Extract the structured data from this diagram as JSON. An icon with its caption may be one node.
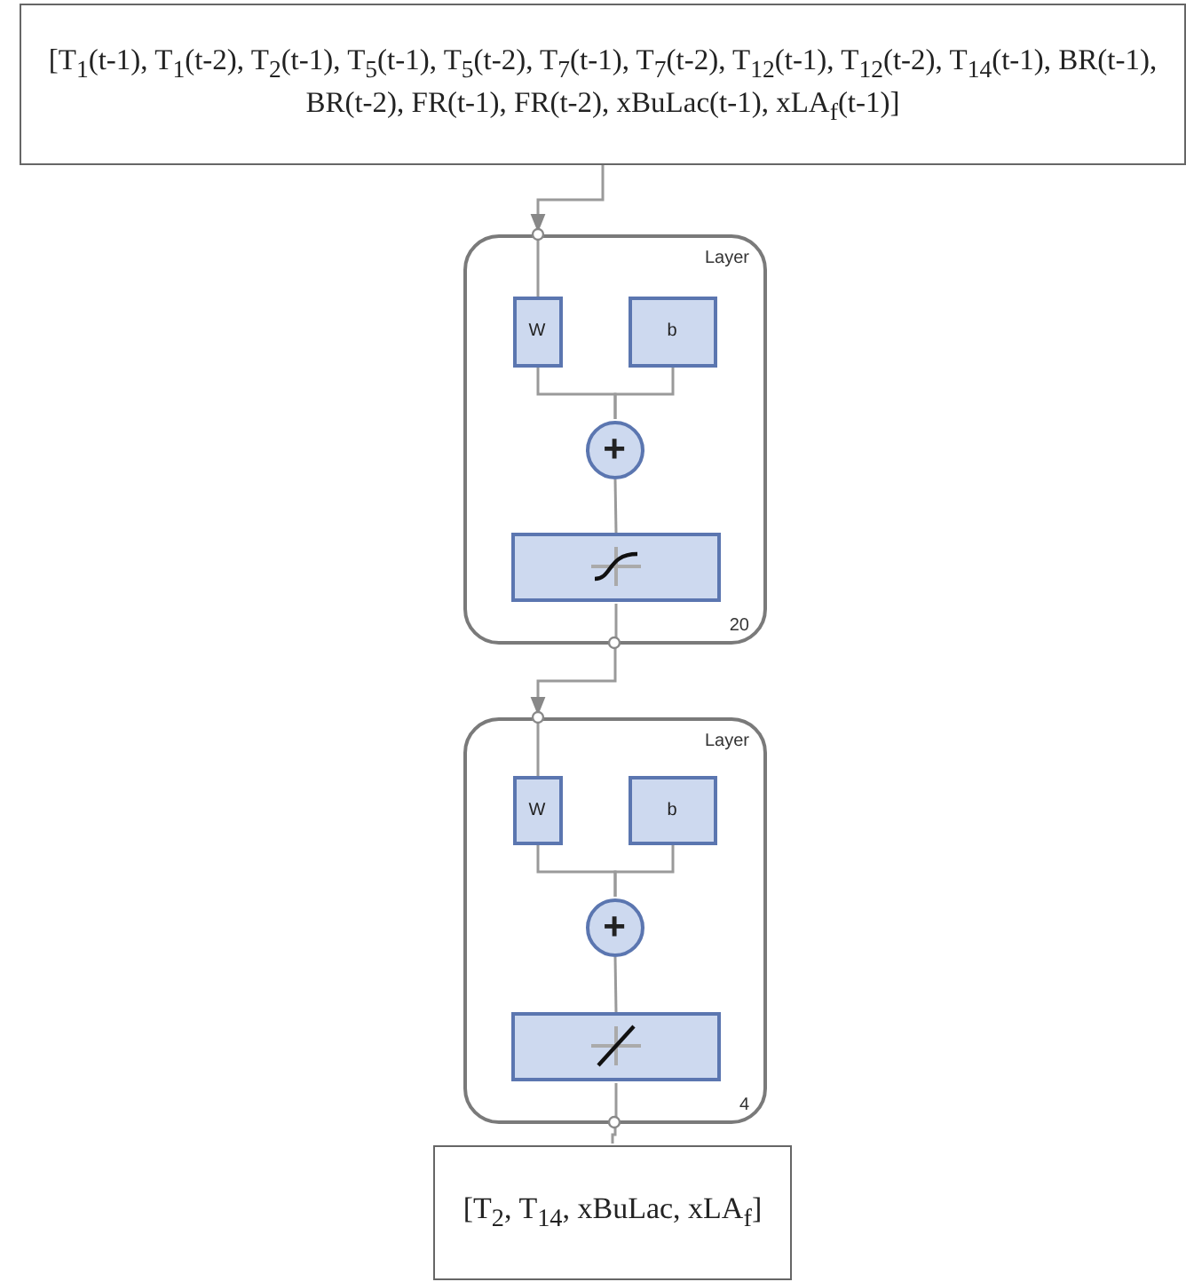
{
  "diagram": {
    "nodes": [
      {
        "text": [
          "[T$_{1}$(t-1), T$_{1}$(t-2), T$_{2}$(t-1), T$_{5}$(t-1), T$_{5}$(t-2), T$_{7}$(t-1), T$_{7}$(t-2), T$_{12}$(t-1), T$_{12}$(t-2), T$_{14}$(t-1), BR(t-1), BR(t-2), FR(t-1), FR(t-2), xBuLac(t-1), xLA$_{f}$(t-1)]"
        ]
      },
      {
        "text": [
          "Layer",
          "20"
        ]
      },
      {
        "text": [
          "W"
        ],
        "in": 1
      },
      {
        "text": [
          "b"
        ],
        "in": 1
      },
      {
        "text": [
          "+"
        ],
        "in": 1
      },
      {
        "text": [],
        "shape": "box",
        "in": 1
      },
      {
        "text": [
          "Layer",
          "4"
        ]
      },
      {
        "text": [
          "W"
        ],
        "in": 6
      },
      {
        "text": [
          "b"
        ],
        "in": 6
      },
      {
        "text": [
          "+"
        ],
        "in": 6
      },
      {
        "text": [],
        "shape": "box",
        "in": 6
      },
      {
        "text": [
          "[T$_{2}$, T$_{14}$, xBuLac, xLA$_{f}$]"
        ]
      }
    ],
    "edges": [
      {
        "from": 0,
        "to": 1,
        "arrow": "to"
      },
      {
        "from": 1,
        "to": 2,
        "arrow": "none"
      },
      {
        "from": 2,
        "to": 4,
        "arrow": "none"
      },
      {
        "from": 3,
        "to": 4,
        "arrow": "none"
      },
      {
        "from": 4,
        "to": 5,
        "arrow": "none"
      },
      {
        "from": 5,
        "to": 1,
        "arrow": "none"
      },
      {
        "from": 1,
        "to": 6,
        "arrow": "to"
      },
      {
        "from": 6,
        "to": 7,
        "arrow": "none"
      },
      {
        "from": 7,
        "to": 9,
        "arrow": "none"
      },
      {
        "from": 8,
        "to": 9,
        "arrow": "none"
      },
      {
        "from": 9,
        "to": 10,
        "arrow": "none"
      },
      {
        "from": 10,
        "to": 6,
        "arrow": "none"
      },
      {
        "from": 6,
        "to": 11,
        "arrow": "none"
      }
    ]
  }
}
